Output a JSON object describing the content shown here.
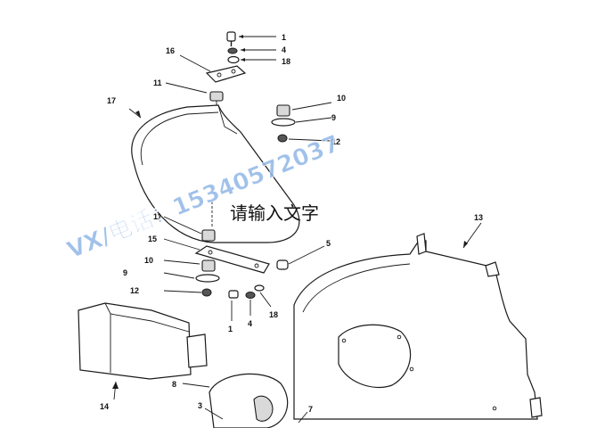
{
  "callouts": [
    "1",
    "4",
    "18",
    "16",
    "11",
    "17",
    "10",
    "9",
    "12",
    "11",
    "15",
    "5",
    "10",
    "9",
    "12",
    "1",
    "4",
    "18",
    "13",
    "14",
    "8",
    "3",
    "7"
  ],
  "watermark": "VX/电话：15340572037",
  "overlay_text": "请输入文字"
}
